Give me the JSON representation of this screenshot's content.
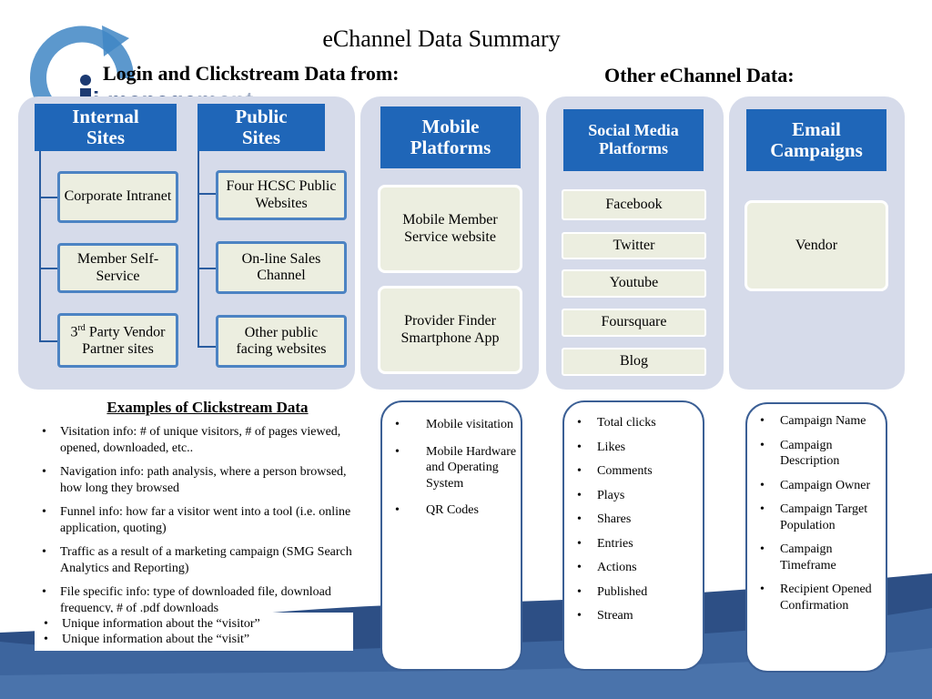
{
  "title": "eChannel Data Summary",
  "logo_text": "i-management",
  "headings": {
    "login": "Login and Clickstream Data from:",
    "other": "Other eChannel Data:"
  },
  "internal_sites": {
    "header": "Internal Sites",
    "items": [
      "Corporate Intranet",
      "Member Self-Service"
    ],
    "vendor": {
      "prefix": "3",
      "sup": "rd",
      "rest": " Party Vendor Partner sites"
    }
  },
  "public_sites": {
    "header": "Public Sites",
    "items": [
      "Four HCSC Public Websites",
      "On-line Sales Channel",
      "Other public facing websites"
    ]
  },
  "mobile": {
    "header": "Mobile Platforms",
    "items": [
      "Mobile Member Service website",
      "Provider Finder Smartphone App"
    ],
    "bullets": [
      "Mobile visitation",
      "Mobile Hardware and Operating System",
      "QR Codes"
    ]
  },
  "social": {
    "header": "Social Media Platforms",
    "items": [
      "Facebook",
      "Twitter",
      "Youtube",
      "Foursquare",
      "Blog"
    ],
    "bullets": [
      "Total clicks",
      "Likes",
      "Comments",
      "Plays",
      "Shares",
      "Entries",
      "Actions",
      "Published",
      "Stream"
    ]
  },
  "email": {
    "header": "Email Campaigns",
    "items": [
      "Vendor"
    ],
    "bullets": [
      "Campaign Name",
      "Campaign Description",
      "Campaign Owner",
      "Campaign Target Population",
      "Campaign Timeframe",
      "Recipient Opened Confirmation"
    ]
  },
  "examples": {
    "title": "Examples of Clickstream Data",
    "items": [
      "Visitation info: # of unique visitors, # of pages viewed, opened, downloaded, etc..",
      "Navigation info: path analysis, where a person browsed, how long they browsed",
      "Funnel info:  how far a visitor went into a tool (i.e. online application, quoting)",
      "Traffic as a result of a marketing campaign (SMG Search Analytics and Reporting)",
      "File specific info: type of downloaded file, download frequency, # of .pdf downloads"
    ],
    "unique": [
      "Unique information about the “visitor”",
      "Unique information about the “visit”"
    ]
  },
  "colors": {
    "header_blue": "#1f66b8",
    "panel": "#d6dbea",
    "box_fill": "#eceee0",
    "wave_dark": "#2d4f85",
    "wave_mid": "#3d659e"
  }
}
